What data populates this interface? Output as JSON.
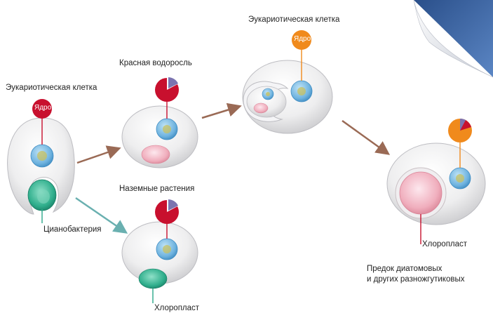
{
  "labels": {
    "eukaryote_left": "Эукариотическая клетка",
    "red_alga": "Красная водоросль",
    "eukaryote_top": "Эукариотическая клетка",
    "nucleus": "Ядро",
    "nucleus_top": "Ядро",
    "cyanobacterium": "Цианобактерия",
    "land_plants": "Наземные растения",
    "chloroplast_plants": "Хлоропласт",
    "chloroplast_diatom": "Хлоропласт",
    "diatom_line1": "Предок диатомовых",
    "diatom_line2": "и других разножгутиковых"
  },
  "colors": {
    "nucleus_red": "#c8102e",
    "nucleus_orange": "#f08a1c",
    "nucleus_blue": "#5aa6d8",
    "pie_purple": "#7b74b0",
    "cyan_green": "#2aa88a",
    "pink": "#e8a0b0",
    "arrow_brown": "#9a6a55",
    "arrow_teal": "#6ab0b0"
  }
}
